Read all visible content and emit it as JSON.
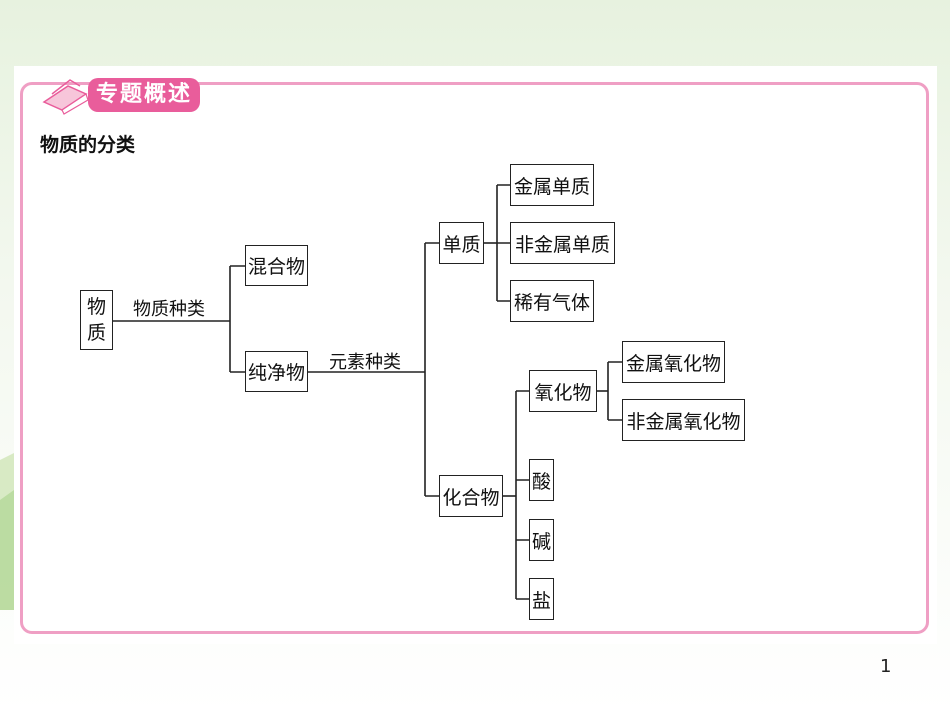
{
  "title": "专题概述",
  "subtitle": "物质的分类",
  "nodes": {
    "root_top": "物",
    "root_bottom": "质",
    "mixture": "混合物",
    "pure": "纯净物",
    "element_sub": "单质",
    "compound": "化合物",
    "metal_element": "金属单质",
    "nonmetal_element": "非金属单质",
    "noble_gas": "稀有气体",
    "oxide": "氧化物",
    "acid": "酸",
    "base": "碱",
    "salt": "盐",
    "metal_oxide": "金属氧化物",
    "nonmetal_oxide": "非金属氧化物"
  },
  "edge_labels": {
    "by_substance": "物质种类",
    "by_element": "元素种类"
  },
  "page_number": "1",
  "colors": {
    "frame": "#ef9fc4",
    "badge": "#e95d9b"
  }
}
